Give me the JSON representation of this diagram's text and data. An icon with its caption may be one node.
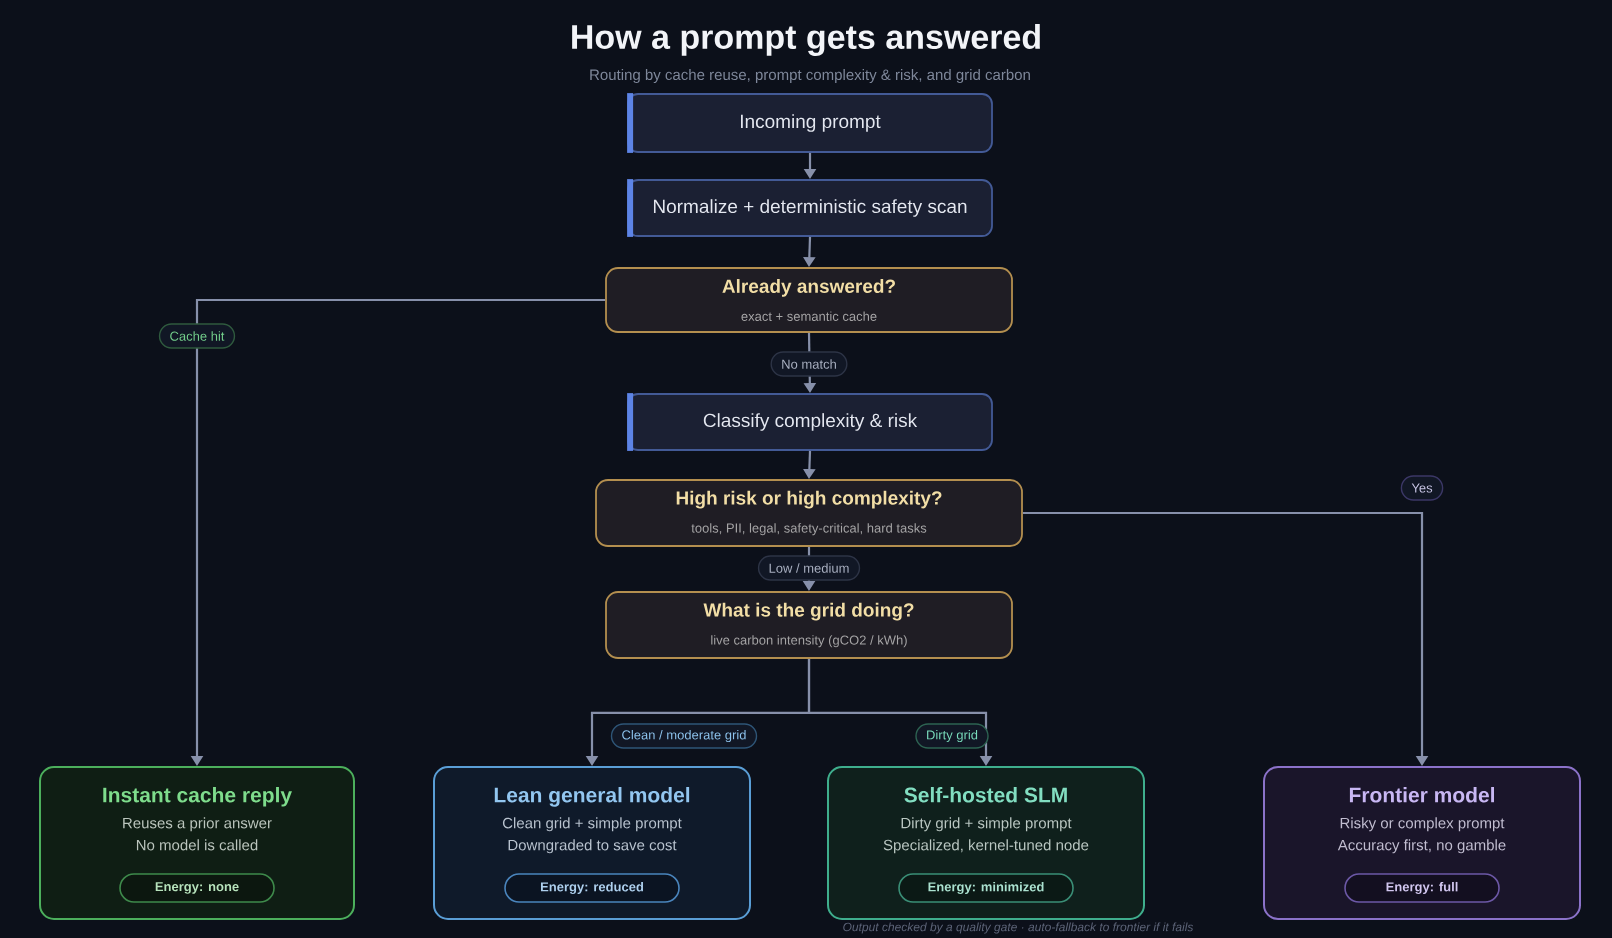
{
  "diagram": {
    "title": "How a prompt gets answered",
    "nodes": [
      {
        "text": [
          "Incoming prompt"
        ]
      },
      {
        "text": [
          "Normalize + deterministic safety scan"
        ]
      },
      {
        "text": [
          "Already answered?",
          "exact + semantic cache"
        ]
      },
      {
        "text": [
          "Classify complexity & risk"
        ]
      },
      {
        "text": [
          "High risk or high complexity?",
          "tools, PII, legal, safety-critical, hard tasks"
        ]
      },
      {
        "text": [
          "What is the grid doing?",
          "live carbon intensity (gCO2 / kWh)"
        ]
      },
      {
        "text": [
          "Instant cache reply",
          "Reuses a prior answer",
          "No model is called"
        ]
      },
      {
        "text": [
          "Energy: none"
        ],
        "in": 6
      },
      {
        "text": [
          "Lean general model",
          "Clean grid + simple prompt",
          "Downgraded to save cost"
        ]
      },
      {
        "text": [
          "Energy: reduced"
        ],
        "in": 8
      },
      {
        "text": [
          "Self-hosted SLM",
          "Dirty grid + simple prompt",
          "Specialized, kernel-tuned node"
        ]
      },
      {
        "text": [
          "Energy: minimized"
        ],
        "in": 10
      },
      {
        "text": [
          "Frontier model",
          "Risky or complex prompt",
          "Accuracy first, no gamble"
        ]
      },
      {
        "text": [
          "Energy: full"
        ],
        "in": 12
      }
    ],
    "edges": [
      {
        "from": 0,
        "to": 1,
        "arrow": "to"
      },
      {
        "from": 1,
        "to": 2,
        "arrow": "to"
      },
      {
        "from": 2,
        "to": 6,
        "arrow": "to",
        "label": "Cache hit"
      },
      {
        "from": 2,
        "to": 3,
        "arrow": "to",
        "label": "No match"
      },
      {
        "from": 3,
        "to": 4,
        "arrow": "to"
      },
      {
        "from": 4,
        "to": 12,
        "arrow": "to",
        "label": "Yes"
      },
      {
        "from": 4,
        "to": 5,
        "arrow": "to",
        "label": "Low / medium"
      },
      {
        "from": 5,
        "to": 8,
        "arrow": "to",
        "label": "Clean / moderate grid"
      },
      {
        "from": 5,
        "to": 10,
        "arrow": "to",
        "label": "Dirty grid"
      }
    ],
    "labels": [
      "Routing by cache reuse, prompt complexity & risk, and grid carbon",
      "Output checked by a quality gate · auto-fallback to frontier if it fails"
    ]
  }
}
